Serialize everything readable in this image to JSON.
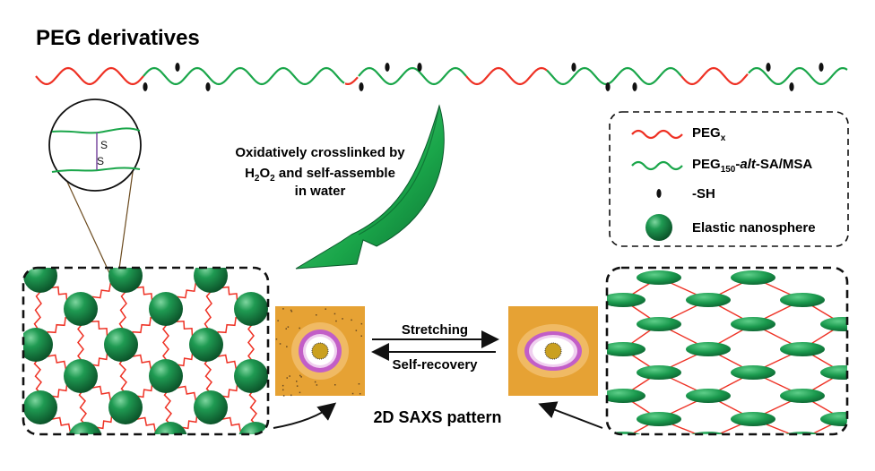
{
  "title": "PEG derivatives",
  "reaction": {
    "line1": "Oxidatively crosslinked by",
    "line2_pre": "H",
    "line2_sub1": "2",
    "line2_mid": "O",
    "line2_sub2": "2",
    "line2_post": " and self-assemble",
    "line3": "in water"
  },
  "disulfide": {
    "s_top": "S",
    "s_bottom": "S"
  },
  "legend": {
    "peg_x": {
      "main": "PEG",
      "sub": "x"
    },
    "peg150": {
      "main": "PEG",
      "sub": "150",
      "sep": "-",
      "italic": "alt",
      "rest": "-SA/MSA"
    },
    "sh": "-SH",
    "nanosphere": "Elastic nanosphere"
  },
  "process": {
    "stretching": "Stretching",
    "recovery": "Self-recovery",
    "saxs": "2D SAXS pattern"
  },
  "colors": {
    "peg_x": "#ee3124",
    "peg150": "#1aa64a",
    "sphere": "#0f7a3b",
    "sh": "#111111",
    "saxs_bg": "#e8a637",
    "arrow_green": "#1aa64a"
  }
}
